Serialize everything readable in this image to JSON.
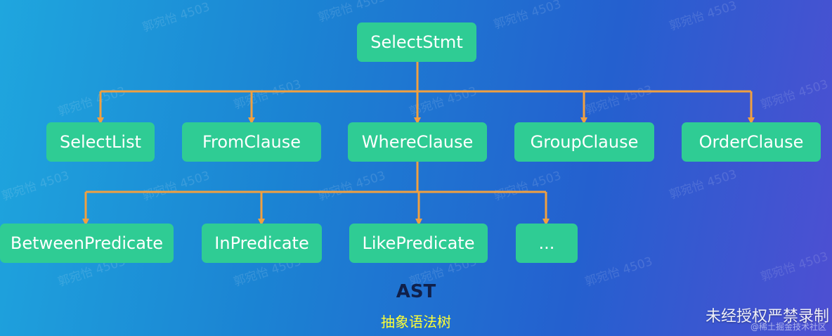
{
  "diagram": {
    "root": "SelectStmt",
    "level1": [
      "SelectList",
      "FromClause",
      "WhereClause",
      "GroupClause",
      "OrderClause"
    ],
    "level2": [
      "BetweenPredicate",
      "InPredicate",
      "LikePredicate",
      "..."
    ],
    "title": "AST",
    "subtitle": "抽象语法树"
  },
  "watermark": {
    "text": "郭宛怡 4503",
    "notice": "未经授权严禁录制",
    "notice_small": "@稀土掘金技术社区"
  },
  "colors": {
    "node_fill": "#2fcc94",
    "connector": "#f0a040",
    "subtitle": "#ffff33"
  }
}
